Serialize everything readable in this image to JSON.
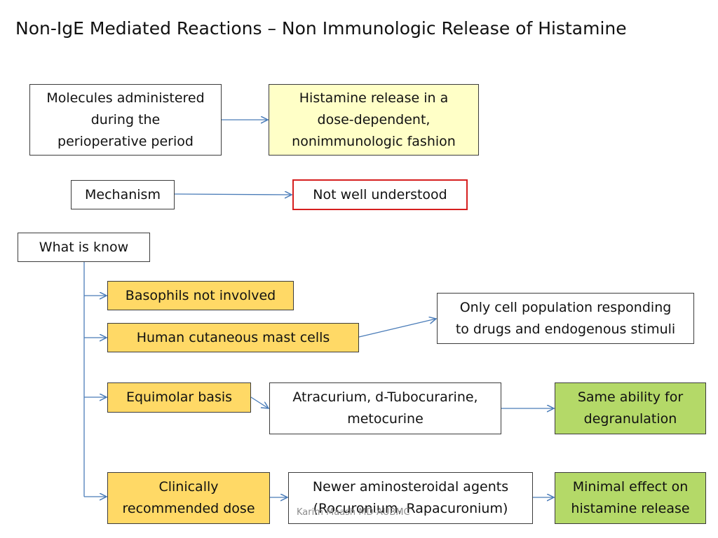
{
  "title": "Non-IgE Mediated Reactions – Non Immunologic Release of Histamine",
  "boxes": {
    "molecules": "Molecules administered\nduring the\nperioperative period",
    "histamine_release": "Histamine release in a\ndose-dependent,\nnonimmunologic fashion",
    "mechanism": "Mechanism",
    "not_understood": "Not well understood",
    "what_is_know": "What is know",
    "basophils": "Basophils not involved",
    "mast_cells": "Human cutaneous mast cells",
    "only_cell": "Only cell population  responding\nto drugs and endogenous stimuli",
    "equimolar": "Equimolar basis",
    "atracurium": "Atracurium, d-Tubocurarine,\nmetocurine",
    "same_ability": "Same ability for\ndegranulation",
    "clinically": "Clinically\nrecommended dose",
    "newer_agents": "Newer aminosteroidal agents\n(Rocuronium, Rapacuronium)",
    "minimal_effect": "Minimal effect on\nhistamine release"
  },
  "credit": "Karim Maash MD-AUBMC",
  "colors": {
    "arrow": "#4a7cb8",
    "light_yellow": "#ffffc7",
    "gold": "#ffd966",
    "green": "#b4d968",
    "red_border": "#d61f1f"
  }
}
